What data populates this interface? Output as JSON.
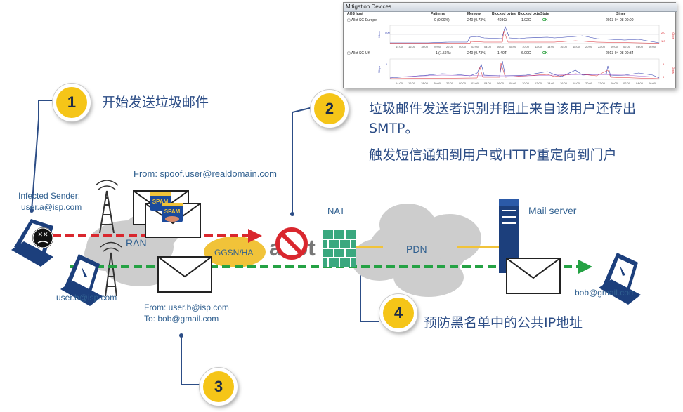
{
  "panel": {
    "title": "Mitigation Devices",
    "headers": [
      "AOS host",
      "Patterns",
      "Memory",
      "Blocked bytes",
      "Blocked pkts",
      "State",
      "Since"
    ],
    "rows": [
      {
        "host": "Allot SG-Europe",
        "patterns": "0 (0.00%)",
        "memory": "240 (0.73%)",
        "blocked_bytes": "403Gi",
        "blocked_pkts": "1.02G",
        "state": "OK",
        "since": "2013-04-08 00:00",
        "y_left_label": "Kbps",
        "y_right_label": "Gbps",
        "y_left_tick": "500",
        "y_right_ticks": [
          "2.0",
          "1.0"
        ]
      },
      {
        "host": "Allot SG-UK",
        "patterns": "1 (1.56%)",
        "memory": "240 (0.73%)",
        "blocked_bytes": "1.40Ti",
        "blocked_pkts": "6.00G",
        "state": "OK",
        "since": "2013-04-08 00:34",
        "y_left_label": "Mbps",
        "y_right_label": "Gbps",
        "y_left_tick": "1",
        "y_right_ticks": [
          "5",
          "0"
        ]
      }
    ],
    "time_ticks": [
      "14:00",
      "16:00",
      "18:00",
      "20:00",
      "22:00",
      "00:00",
      "02:00",
      "04:00",
      "06:00",
      "08:00",
      "10:00",
      "12:00",
      "14:00",
      "16:00",
      "18:00",
      "20:00",
      "22:00",
      "00:00",
      "02:00",
      "04:00",
      "06:00",
      "08:00"
    ]
  },
  "steps": [
    {
      "num": "1",
      "text": "开始发送垃圾邮件"
    },
    {
      "num": "2",
      "line1": "垃圾邮件发送者识别并阻止来自该用户还传出",
      "line2": "SMTP。",
      "line3": "触发短信通知到用户或HTTP重定向到门户"
    },
    {
      "num": "3"
    },
    {
      "num": "4",
      "text": "预防黑名单中的公共IP地址"
    }
  ],
  "labels": {
    "from_spoof": "From: spoof.user@realdomain.com",
    "infected_line1": "Infected Sender:",
    "infected_line2": "user.a@isp.com",
    "ran": "RAN",
    "ggsn": "GGSN/HA",
    "nat": "NAT",
    "pdn": "PDN",
    "mail_server": "Mail server",
    "user_b": "user.b@isp.com",
    "bob": "bob@gmail.com",
    "from_b": "From: user.b@isp.com",
    "to_b": "To: bob@gmail.com",
    "spam": "SPAM",
    "allot": "allot"
  },
  "colors": {
    "red_path": "#d9272e",
    "green_path": "#25a244",
    "accent_yellow": "#f5c518",
    "label_blue": "#2f5f8f"
  }
}
